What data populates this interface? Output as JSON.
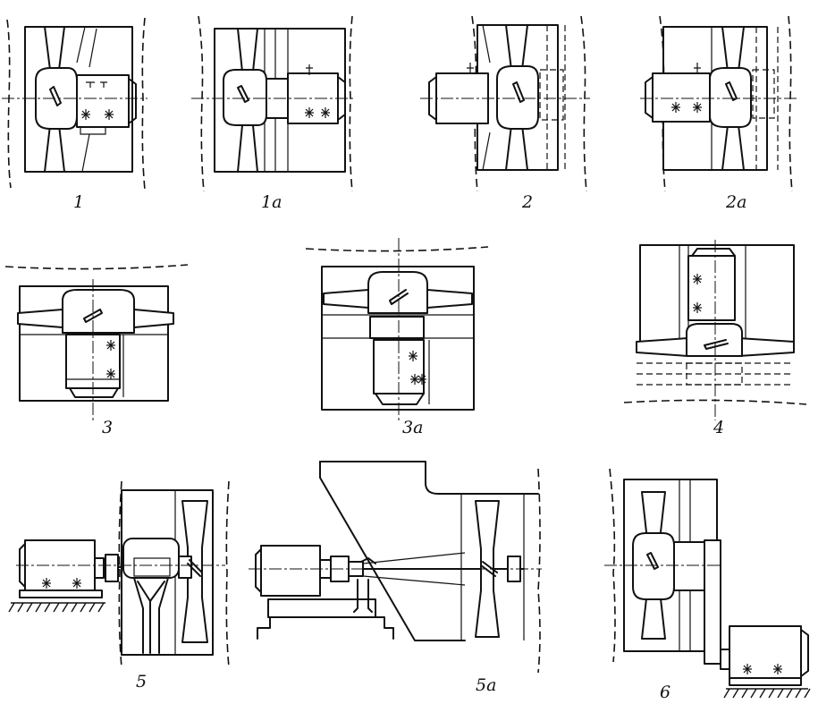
{
  "figures": [
    {
      "id": "1",
      "label": "1"
    },
    {
      "id": "1a",
      "label": "1a"
    },
    {
      "id": "2",
      "label": "2"
    },
    {
      "id": "2a",
      "label": "2a"
    },
    {
      "id": "3",
      "label": "3"
    },
    {
      "id": "3a",
      "label": "3a"
    },
    {
      "id": "4",
      "label": "4"
    },
    {
      "id": "5",
      "label": "5"
    },
    {
      "id": "5a",
      "label": "5a"
    },
    {
      "id": "6",
      "label": "6"
    }
  ]
}
